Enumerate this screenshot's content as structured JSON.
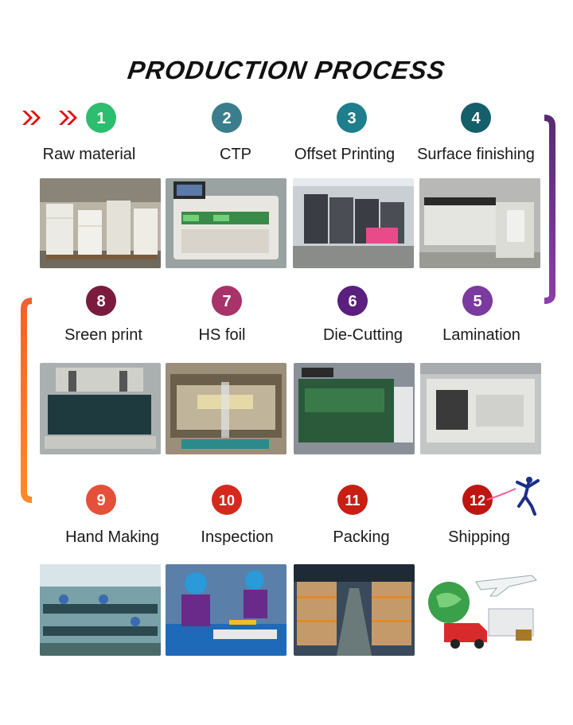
{
  "title": "PRODUCTION PROCESS",
  "steps": [
    {
      "num": "1",
      "label": "Raw material",
      "color": "#2dbd6e"
    },
    {
      "num": "2",
      "label": "CTP",
      "color": "#3a7d8c"
    },
    {
      "num": "3",
      "label": "Offset Printing",
      "color": "#1e7e8c"
    },
    {
      "num": "4",
      "label": "Surface finishing",
      "color": "#155f6a"
    },
    {
      "num": "5",
      "label": "Lamination",
      "color": "#7b3aa0"
    },
    {
      "num": "6",
      "label": "Die-Cutting",
      "color": "#5b1f7e"
    },
    {
      "num": "7",
      "label": "HS foil",
      "color": "#a8336a"
    },
    {
      "num": "8",
      "label": "Sreen print",
      "color": "#7a1b3e"
    },
    {
      "num": "9",
      "label": "Hand Making",
      "color": "#e4503a"
    },
    {
      "num": "10",
      "label": "Inspection",
      "color": "#d42a1e"
    },
    {
      "num": "11",
      "label": "Packing",
      "color": "#c81e14"
    },
    {
      "num": "12",
      "label": "Shipping",
      "color": "#bf1510"
    }
  ],
  "photos": [
    {
      "step": "1",
      "icon": "paper-stacks-photo"
    },
    {
      "step": "2",
      "icon": "ctp-machine-photo"
    },
    {
      "step": "3",
      "icon": "offset-press-photo"
    },
    {
      "step": "4",
      "icon": "uv-coating-machine-photo"
    },
    {
      "step": "8",
      "icon": "screen-printer-photo"
    },
    {
      "step": "7",
      "icon": "foil-stamping-machine-photo"
    },
    {
      "step": "6",
      "icon": "die-cutting-machine-photo"
    },
    {
      "step": "5",
      "icon": "laminating-machine-photo"
    },
    {
      "step": "9",
      "icon": "hand-making-workshop-photo"
    },
    {
      "step": "10",
      "icon": "inspection-workers-photo"
    },
    {
      "step": "11",
      "icon": "warehouse-photo"
    },
    {
      "step": "12",
      "icon": "shipping-globe-truck-plane-photo"
    }
  ],
  "decor": {
    "start_arrows_color": "#e01010",
    "runner_icon": "runner-figure-icon"
  }
}
